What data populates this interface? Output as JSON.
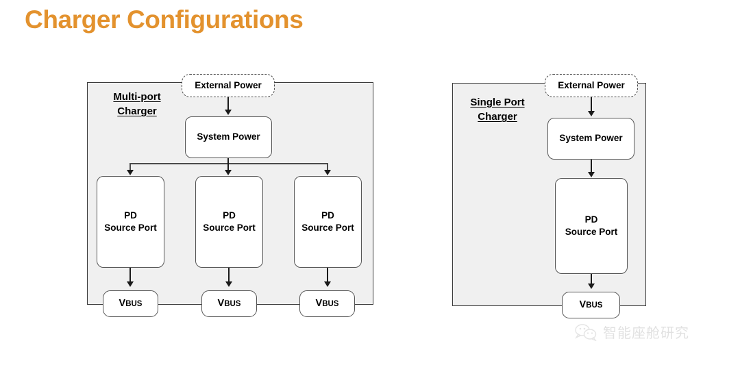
{
  "title": "Charger Configurations",
  "theme": {
    "title_color": "#E3922E",
    "container_fill": "#f0f0f0",
    "container_stroke": "#3a3a3a",
    "node_fill": "#ffffff",
    "node_stroke": "#555555",
    "connector_color": "#1a1a1a",
    "watermark_color": "#c9c9c9"
  },
  "diagrams": [
    {
      "id": "multi-port",
      "label_line1": "Multi-port",
      "label_line2": "Charger",
      "external_power": "External Power",
      "system_power": "System Power",
      "ports": [
        {
          "line1": "PD",
          "line2": "Source Port",
          "vbus_v": "V",
          "vbus_bus": "BUS"
        },
        {
          "line1": "PD",
          "line2": "Source Port",
          "vbus_v": "V",
          "vbus_bus": "BUS"
        },
        {
          "line1": "PD",
          "line2": "Source Port",
          "vbus_v": "V",
          "vbus_bus": "BUS"
        }
      ]
    },
    {
      "id": "single-port",
      "label_line1": "Single Port",
      "label_line2": "Charger",
      "external_power": "External Power",
      "system_power": "System Power",
      "ports": [
        {
          "line1": "PD",
          "line2": "Source Port",
          "vbus_v": "V",
          "vbus_bus": "BUS"
        }
      ]
    }
  ],
  "watermark": {
    "icon": "wechat-icon",
    "text": "智能座舱研究"
  }
}
